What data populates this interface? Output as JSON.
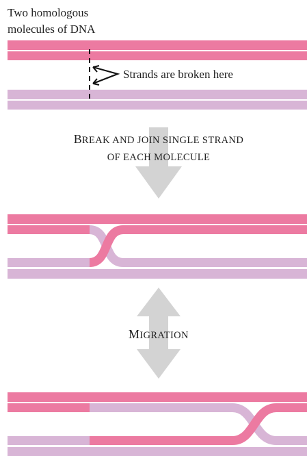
{
  "intro_label": {
    "line1": "Two homologous",
    "line2": "molecules of DNA"
  },
  "callout_label": "Strands are broken here",
  "step1": {
    "line1_cap": "B",
    "line1_rest": "REAK AND JOIN SINGLE STRAND",
    "line2": "OF EACH MOLECULE"
  },
  "step2": {
    "cap": "M",
    "rest": "IGRATION"
  },
  "colors": {
    "pink_strand": "#ec7aa1",
    "lavender_strand": "#d8b5d6",
    "arrow_gray": "#d3d3d3",
    "break_mark": "#111111"
  }
}
